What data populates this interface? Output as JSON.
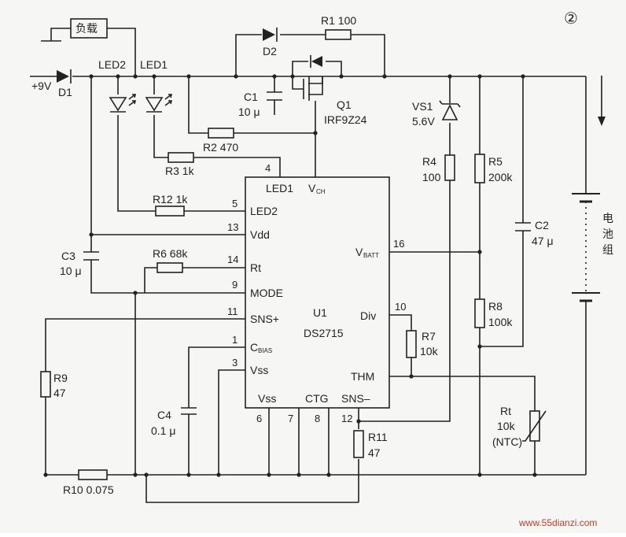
{
  "circuit": {
    "figure_number": "②",
    "ic": {
      "ref": "U1",
      "part": "DS2715",
      "pins": {
        "led1": "LED1",
        "vch": "V",
        "vch_sub": "CH",
        "led2": "LED2",
        "vdd": "Vdd",
        "rt": "Rt",
        "mode": "MODE",
        "sns_plus": "SNS+",
        "cbias": "C",
        "cbias_sub": "BIAS",
        "vss": "Vss",
        "vbatt": "V",
        "vbatt_sub": "BATT",
        "div": "Div",
        "thm": "THM",
        "vss_b": "Vss",
        "ctg": "CTG",
        "sns_minus": "SNS–"
      },
      "pin_numbers": {
        "led1": "4",
        "led2": "5",
        "vdd": "13",
        "rt": "14",
        "mode": "9",
        "sns_plus": "11",
        "cbias": "1",
        "vss": "3",
        "vbatt": "16",
        "div": "10",
        "vss_b": "6",
        "ctg": "7",
        "sns_minus": "8",
        "sns_minus_r": "12"
      }
    },
    "supply": "+9V",
    "load": "负载",
    "battery": "电池组",
    "components": {
      "d1": "D1",
      "d2": "D2",
      "led2": "LED2",
      "led1": "LED1",
      "r1": "R1 100",
      "q1_ref": "Q1",
      "q1_part": "IRF9Z24",
      "c1_ref": "C1",
      "c1_val": "10 μ",
      "r2": "R2 470",
      "r3": "R3 1k",
      "r12": "R12 1k",
      "vs1_ref": "VS1",
      "vs1_val": "5.6V",
      "r4_ref": "R4",
      "r4_val": "100",
      "r5_ref": "R5",
      "r5_val": "200k",
      "c2_ref": "C2",
      "c2_val": "47 μ",
      "c3_ref": "C3",
      "c3_val": "10 μ",
      "r6": "R6 68k",
      "r7_ref": "R7",
      "r7_val": "10k",
      "r8_ref": "R8",
      "r8_val": "100k",
      "r9_ref": "R9",
      "r9_val": "47",
      "c4_ref": "C4",
      "c4_val": "0.1 μ",
      "rt_ref": "Rt",
      "rt_val": "10k",
      "rt_type": "(NTC)",
      "r11_ref": "R11",
      "r11_val": "47",
      "r10": "R10 0.075"
    },
    "watermark": "www.55dianzi.com"
  }
}
